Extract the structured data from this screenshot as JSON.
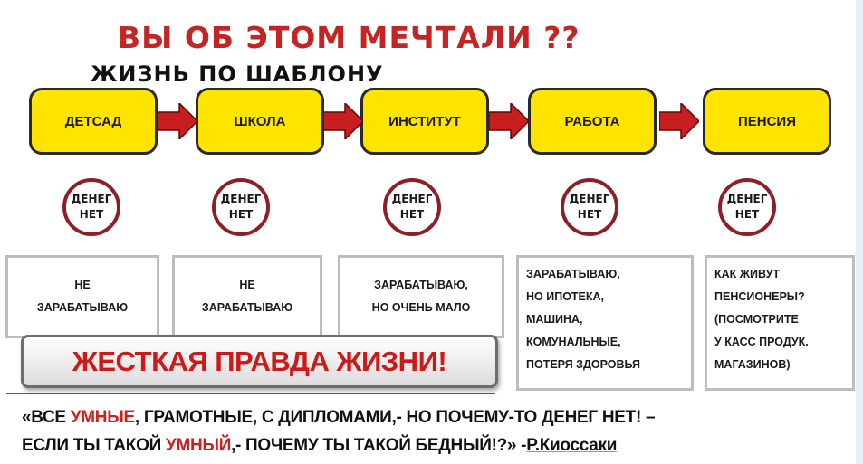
{
  "header": {
    "title": "ВЫ ОБ ЭТОМ МЕЧТАЛИ ??",
    "subtitle": "ЖИЗНЬ ПО ШАБЛОНУ"
  },
  "stages": [
    {
      "label": "ДЕТСАД"
    },
    {
      "label": "ШКОЛА"
    },
    {
      "label": "ИНСТИТУТ"
    },
    {
      "label": "РАБОТА"
    },
    {
      "label": "ПЕНСИЯ"
    }
  ],
  "money_badge": {
    "line1": "ДЕНЕГ",
    "line2": "НЕТ"
  },
  "cards": [
    {
      "lines": [
        "НЕ",
        "ЗАРАБАТЫВАЮ"
      ]
    },
    {
      "lines": [
        "НЕ",
        "ЗАРАБАТЫВАЮ"
      ]
    },
    {
      "lines": [
        "ЗАРАБАТЫВАЮ,",
        "НО ОЧЕНЬ МАЛО"
      ]
    },
    {
      "lines": [
        "ЗАРАБАТЫВАЮ,",
        "НО ИПОТЕКА,",
        "МАШИНА,",
        "КОМУНАЛЬНЫЕ,",
        "ПОТЕРЯ ЗДОРОВЬЯ"
      ]
    },
    {
      "lines": [
        "КАК ЖИВУТ",
        "ПЕНСИОНЕРЫ?",
        "(ПОСМОТРИТЕ",
        "У КАСС ПРОДУК.",
        "МАГАЗИНОВ)"
      ]
    }
  ],
  "banner": {
    "text": "ЖЕСТКАЯ ПРАВДА ЖИЗНИ!"
  },
  "quote": {
    "l1_a": "«ВСЕ ",
    "l1_hl": "УМНЫЕ",
    "l1_b": ", ГРАМОТНЫЕ, С ДИПЛОМАМИ,- НО ПОЧЕМУ-ТО ДЕНЕГ НЕТ! –",
    "l2_a": "ЕСЛИ ТЫ ТАКОЙ ",
    "l2_hl": "УМНЫЙ",
    "l2_b": ",- ПОЧЕМУ ТЫ ТАКОЙ БЕДНЫЙ!?» -",
    "author": "Р.Киоссаки"
  },
  "colors": {
    "title_red": "#c42424",
    "stage_yellow": "#ffe400",
    "arrow_red": "#c81e1e",
    "circle_maroon": "#8e1f25"
  }
}
